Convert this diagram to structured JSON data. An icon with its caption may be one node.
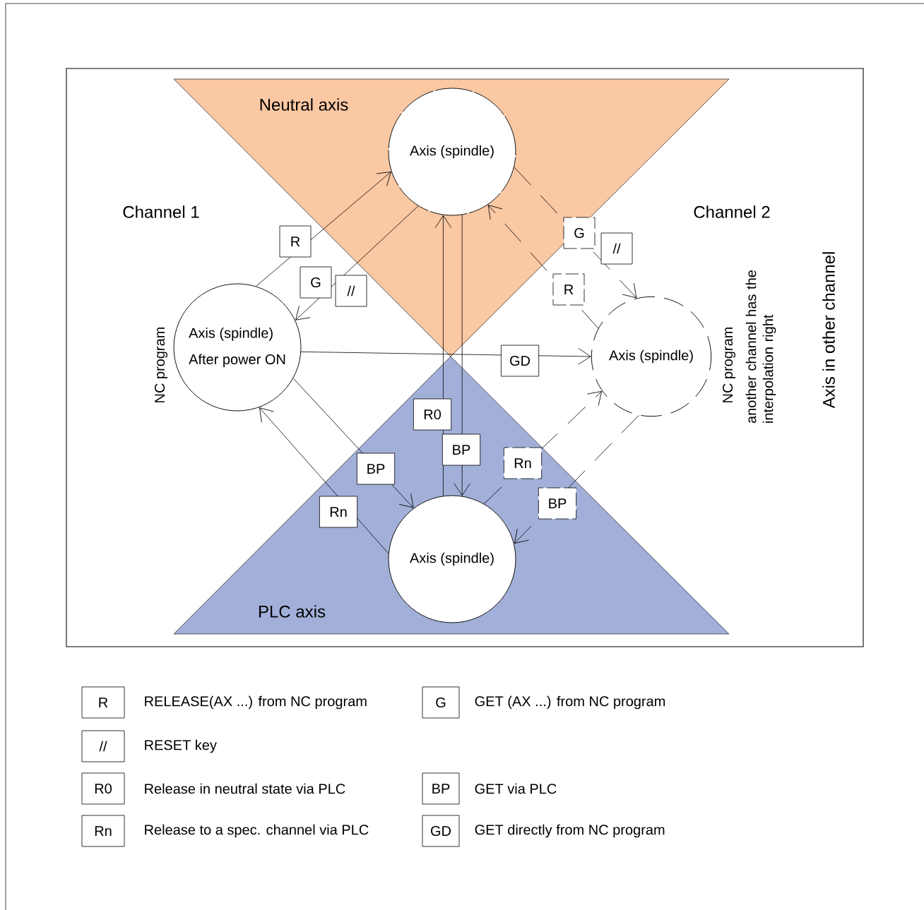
{
  "diagram": {
    "nodes": [
      {
        "text": [
          "Neutral axis"
        ]
      },
      {
        "text": [
          "PLC axis"
        ]
      },
      {
        "text": [
          "Axis (spindle)"
        ],
        "in": 0
      },
      {
        "text": [
          "Axis (spindle)",
          "After power ON"
        ],
        "beside": [
          "NC program"
        ]
      },
      {
        "text": [
          "Axis (spindle)"
        ],
        "beside": [
          "NC program",
          "another channel has the interpolation right"
        ]
      },
      {
        "text": [
          "Axis (spindle)"
        ],
        "in": 1
      }
    ],
    "edges": [
      {
        "from": 3,
        "to": 2,
        "arrow": "to",
        "label": "R"
      },
      {
        "from": 2,
        "to": 3,
        "arrow": "to",
        "label": "G"
      },
      {
        "from": 3,
        "to": 4,
        "arrow": "to",
        "label": "GD"
      },
      {
        "from": 3,
        "to": 5,
        "arrow": "to",
        "label": "BP"
      },
      {
        "from": 5,
        "to": 3,
        "arrow": "to",
        "label": "Rn"
      },
      {
        "from": 5,
        "to": 2,
        "arrow": "to",
        "label": "R0"
      },
      {
        "from": 2,
        "to": 5,
        "arrow": "to",
        "label": "BP"
      },
      {
        "from": 4,
        "to": 2,
        "arrow": "to",
        "label": "R",
        "style": "dashed"
      },
      {
        "from": 2,
        "to": 4,
        "arrow": "to",
        "label": "G",
        "style": "dashed"
      },
      {
        "from": 5,
        "to": 4,
        "arrow": "to",
        "label": "Rn",
        "style": "dashed"
      },
      {
        "from": 4,
        "to": 5,
        "arrow": "to",
        "label": "BP",
        "style": "dashed"
      }
    ],
    "labels": [
      "Channel 1",
      "Channel 2",
      "Axis in other channel",
      "//",
      "//",
      "R",
      "RELEASE(AX ...) from NC program",
      "G",
      "GET (AX ...) from NC program",
      "//",
      "RESET key",
      "R0",
      "Release in neutral state via PLC",
      "BP",
      "GET via PLC",
      "Rn",
      "Release to a spec. channel via PLC",
      "GD",
      "GET directly from NC program"
    ]
  }
}
